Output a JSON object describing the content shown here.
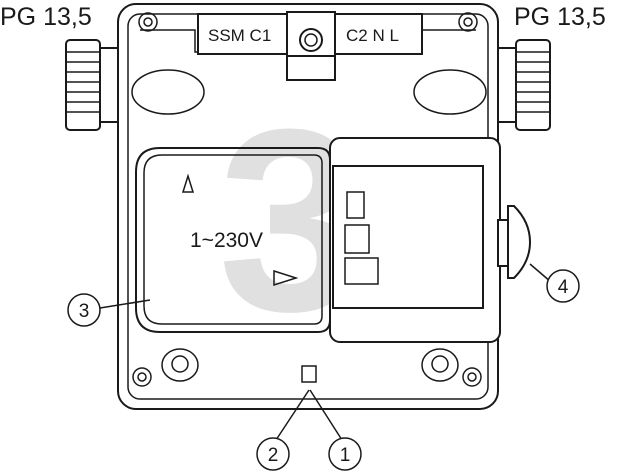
{
  "diagram": {
    "gland_left_label": "PG 13,5",
    "gland_right_label": "PG 13,5",
    "terminal_left_label": "SSM C1",
    "terminal_right_label": "C2 N L",
    "big_number": "3",
    "voltage_label": "1~230V",
    "callouts": [
      "1",
      "2",
      "3",
      "4"
    ]
  }
}
